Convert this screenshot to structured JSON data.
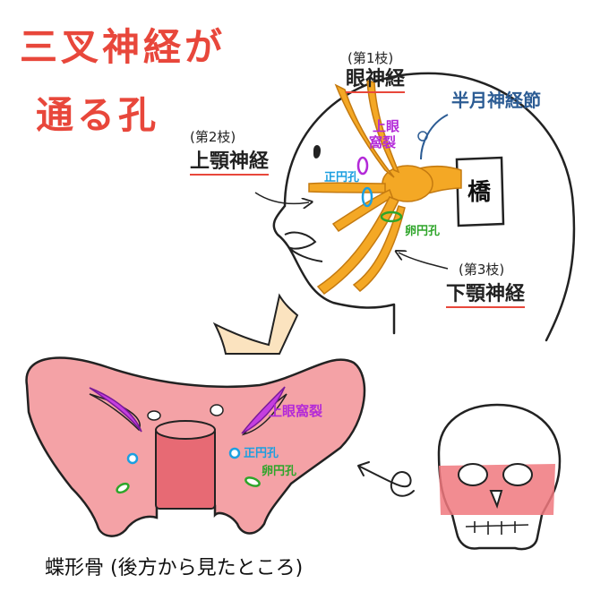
{
  "title_lines": [
    "三叉神経が",
    "通る孔"
  ],
  "branches": {
    "v1": {
      "number": "(第1枝)",
      "name": "眼神経"
    },
    "v2": {
      "number": "(第2枝)",
      "name": "上顎神経"
    },
    "v3": {
      "number": "(第3枝)",
      "name": "下顎神経"
    }
  },
  "ganglion": "半月神経節",
  "pons": "橋",
  "foramina_head": {
    "superior_orbital_fissure": [
      "上眼",
      "窩裂"
    ],
    "foramen_rotundum": "正円孔",
    "foramen_ovale": "卵円孔"
  },
  "foramina_bone": {
    "superior_orbital_fissure": "上眼窩裂",
    "foramen_rotundum": "正円孔",
    "foramen_ovale": "卵円孔"
  },
  "caption": "蝶形骨 (後方から見たところ)",
  "colors": {
    "title": "#e8473b",
    "nerve": "#f4a825",
    "fissure": "#b329d8",
    "rotundum": "#1c9fe0",
    "ovale": "#2ea52a",
    "ganglion_label": "#2c5c94",
    "bone": "#f4a2a6",
    "bone_stroke": "#b84a54",
    "arrow": "#fbe3bf"
  },
  "icons": [
    "head-outline-icon",
    "skull-icon",
    "curly-arrow-icon",
    "down-arrow-icon"
  ]
}
